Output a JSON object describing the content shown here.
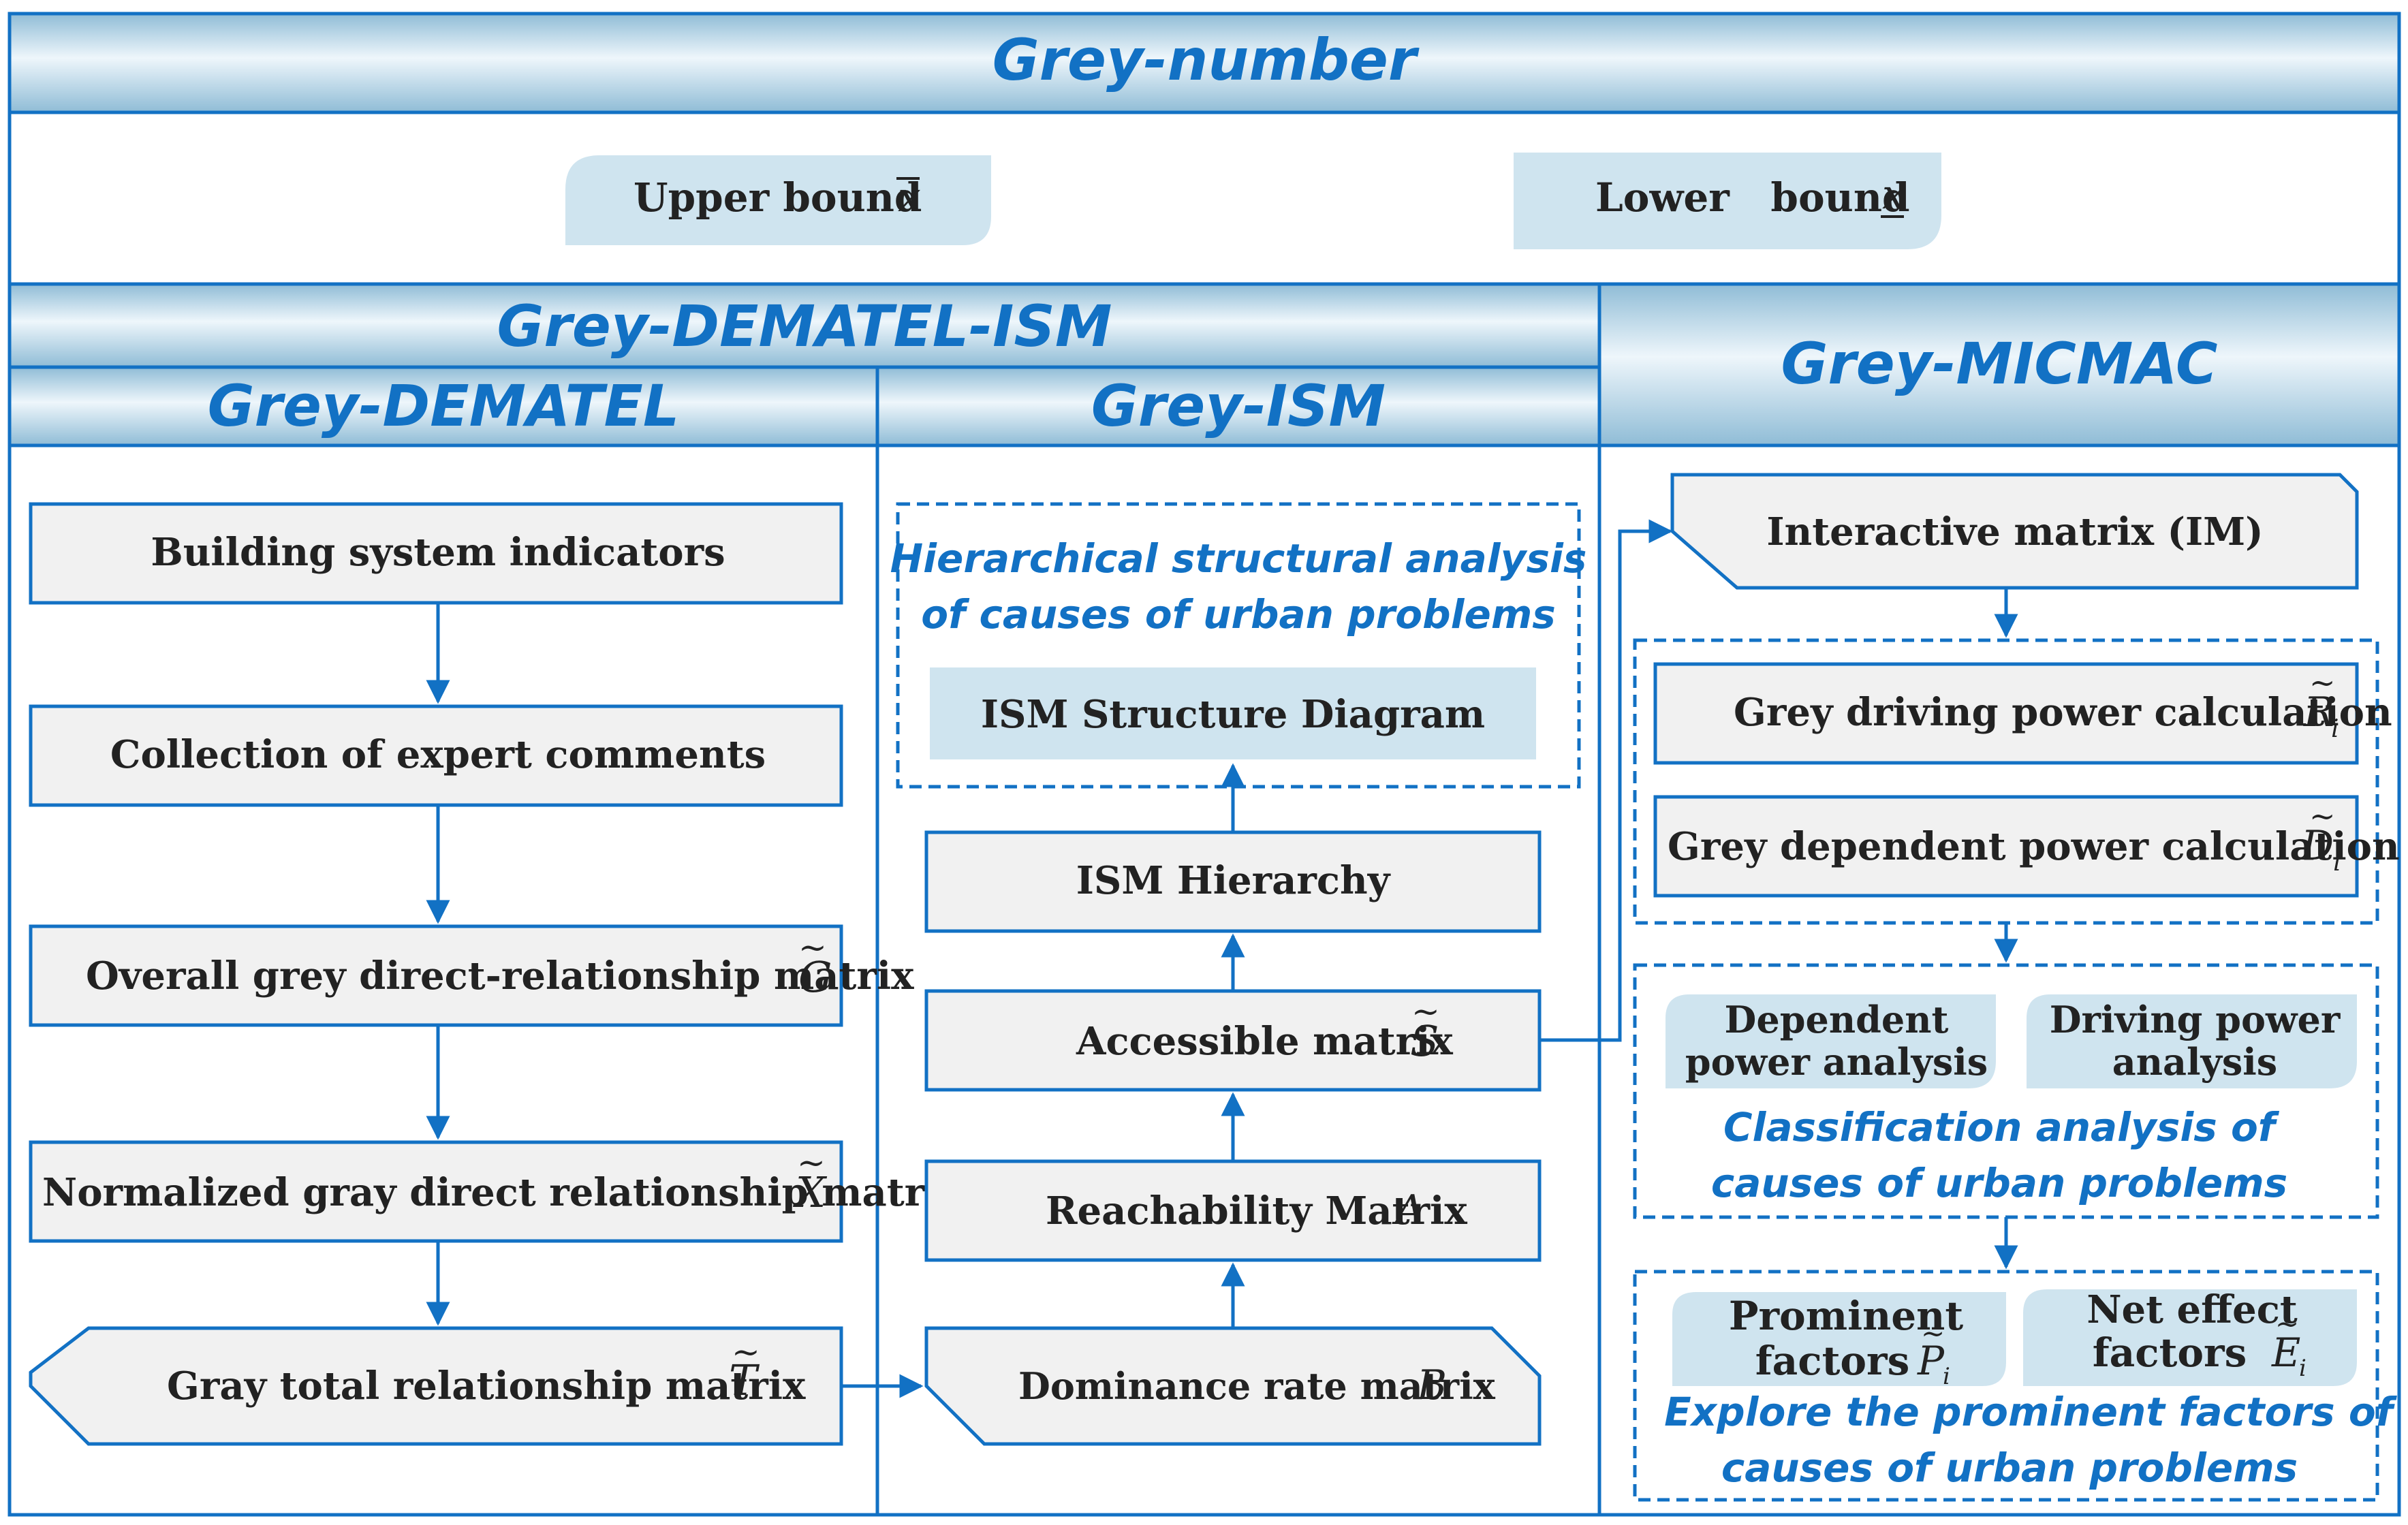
{
  "colors": {
    "border": "#1271c4",
    "header_text": "#1271c4",
    "box_fill": "#f1f1f1",
    "light_fill": "#cfe4ef",
    "box_text": "#222222",
    "header_gradient_light": "#eef6fb",
    "header_gradient_dark": "#8fbcd6"
  },
  "headers": {
    "grey_number": "Grey-number",
    "grey_dematel_ism": "Grey-DEMATEL-ISM",
    "grey_dematel": "Grey-DEMATEL",
    "grey_ism": "Grey-ISM",
    "grey_micmac": "Grey-MICMAC"
  },
  "bounds": {
    "upper_label": "Upper bound",
    "upper_symbol": "x",
    "lower_label": "Lower   bound",
    "lower_symbol": "x"
  },
  "dematel": {
    "building": "Building system indicators",
    "collection": "Collection of expert comments",
    "overall_label": "Overall grey direct-relationship matrix",
    "overall_symbol": "G",
    "normalized_label": "Normalized gray direct relationship matrix",
    "normalized_symbol": "X",
    "total_label": "Gray total relationship matrix",
    "total_symbol": "T"
  },
  "ism": {
    "dashed_title_line1": "Hierarchical structural analysis",
    "dashed_title_line2": "of causes of urban problems",
    "structure_diagram": "ISM Structure Diagram",
    "hierarchy": "ISM Hierarchy",
    "accessible_label": "Accessible matrix",
    "accessible_symbol": "S",
    "reachability_label": "Reachability Matrix",
    "reachability_symbol": "A",
    "dominance_label": "Dominance rate matrix",
    "dominance_symbol": "B"
  },
  "micmac": {
    "interactive": "Interactive matrix (IM)",
    "driving_calc_label": "Grey driving power calculation",
    "driving_calc_symbol": "R",
    "driving_calc_sub": "i",
    "dependent_calc_label": "Grey dependent power calculation",
    "dependent_calc_symbol": "D",
    "dependent_calc_sub": "i",
    "dependent_analysis_line1": "Dependent",
    "dependent_analysis_line2": "power analysis",
    "driving_analysis_line1": "Driving power",
    "driving_analysis_line2": "analysis",
    "classification_line1": "Classification analysis of",
    "classification_line2": "causes of urban problems",
    "prominent_line1": "Prominent",
    "prominent_line2": "factors",
    "prominent_symbol": "P",
    "prominent_sub": "i",
    "net_line1": "Net effect",
    "net_line2": "factors",
    "net_symbol": "E",
    "net_sub": "i",
    "explore_line1": "Explore the prominent factors of",
    "explore_line2": "causes of urban problems"
  }
}
